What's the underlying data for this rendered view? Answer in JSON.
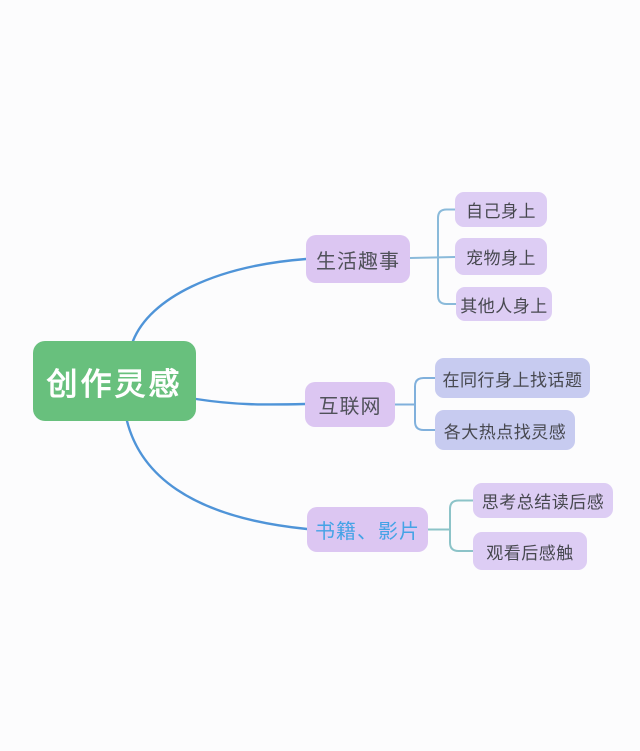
{
  "palette": {
    "background": "#fcfcfd",
    "root_fill": "#68c07d",
    "root_text": "#ffffff",
    "branch_fill": "#dcc6f2",
    "branch_text": "#50515a",
    "child_purple_fill": "#ddcdf4",
    "child_blue_fill": "#c7cbf0",
    "child_text": "#47484f",
    "books_label_color": "#45a3e6",
    "main_line": "#4f94d8",
    "sub_line_life": "#8abada",
    "sub_line_internet": "#80b0dc",
    "sub_line_books": "#8cc3c8"
  },
  "root": {
    "label": "创作灵感"
  },
  "branches": [
    {
      "label": "生活趣事",
      "children": [
        {
          "label": "自己身上"
        },
        {
          "label": "宠物身上"
        },
        {
          "label": "其他人身上"
        }
      ]
    },
    {
      "label": "互联网",
      "children": [
        {
          "label": "在同行身上找话题"
        },
        {
          "label": "各大热点找灵感"
        }
      ]
    },
    {
      "label": "书籍、影片",
      "children": [
        {
          "label": "思考总结读后感"
        },
        {
          "label": "观看后感触"
        }
      ]
    }
  ]
}
